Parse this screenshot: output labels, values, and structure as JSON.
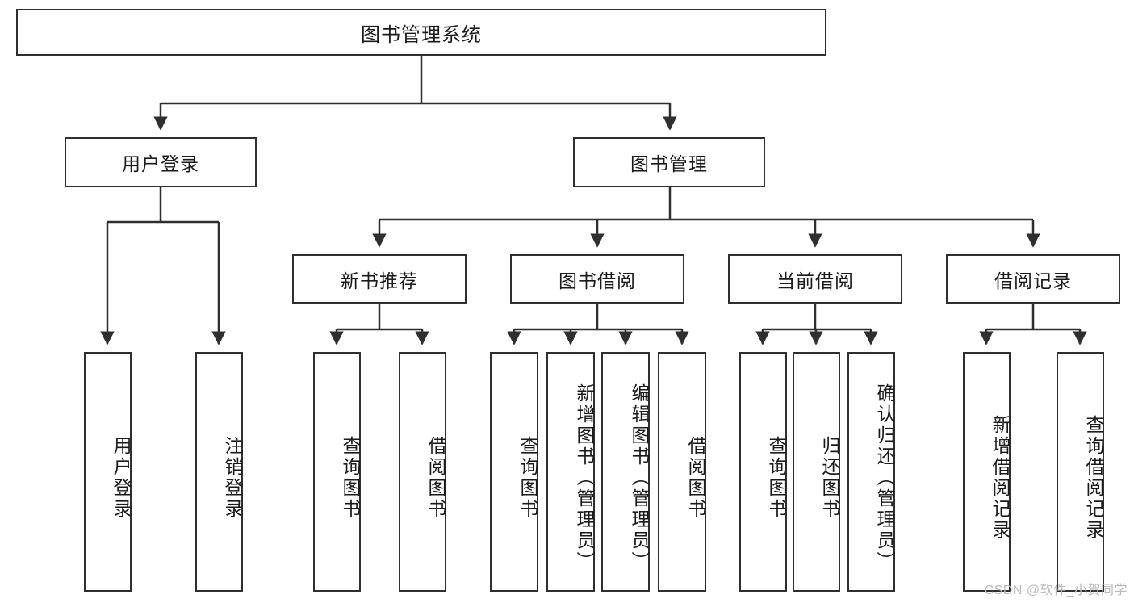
{
  "diagram": {
    "title": "图书管理系统",
    "type": "tree-hierarchy-diagram",
    "level1": {
      "label": "图书管理系统"
    },
    "level2": [
      {
        "label": "用户登录"
      },
      {
        "label": "图书管理"
      }
    ],
    "level3": [
      {
        "label": "新书推荐"
      },
      {
        "label": "图书借阅"
      },
      {
        "label": "当前借阅"
      },
      {
        "label": "借阅记录"
      }
    ],
    "leaves": {
      "user_login": [
        {
          "label": "用户登录"
        },
        {
          "label": "注销登录"
        }
      ],
      "new_book_recommend": [
        {
          "label": "查询图书"
        },
        {
          "label": "借阅图书"
        }
      ],
      "book_borrow": [
        {
          "label": "查询图书"
        },
        {
          "label": "新增图书（管理员）"
        },
        {
          "label": "编辑图书（管理员）"
        },
        {
          "label": "借阅图书"
        }
      ],
      "current_borrow": [
        {
          "label": "查询图书"
        },
        {
          "label": "归还图书"
        },
        {
          "label": "确认归还（管理员）"
        }
      ],
      "borrow_records": [
        {
          "label": "新增借阅记录"
        },
        {
          "label": "查询借阅记录"
        }
      ]
    }
  },
  "watermark": {
    "text": "CSDN @软件_小贺同学"
  },
  "colors": {
    "border": "#2f2f2f",
    "background": "#ffffff",
    "text": "#1a1a1a",
    "watermark": "#b9b9b9"
  }
}
